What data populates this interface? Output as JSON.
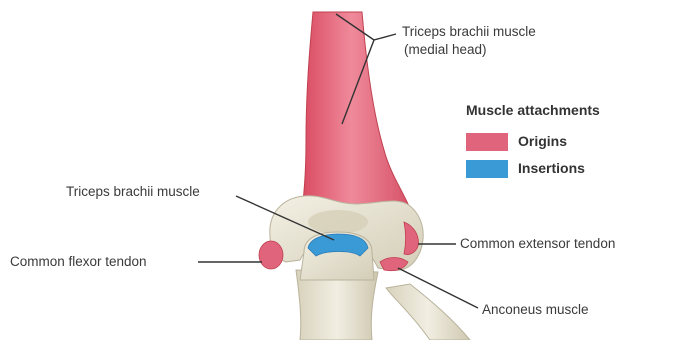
{
  "labels": {
    "triceps_medial_line1": "Triceps brachii muscle",
    "triceps_medial_line2": "(medial head)",
    "triceps_brachii": "Triceps brachii muscle",
    "common_flexor": "Common flexor tendon",
    "common_extensor": "Common extensor tendon",
    "anconeus": "Anconeus muscle"
  },
  "legend": {
    "title": "Muscle attachments",
    "items": [
      {
        "label": "Origins",
        "color": "#e0647c"
      },
      {
        "label": "Insertions",
        "color": "#3a9ad6"
      }
    ]
  },
  "colors": {
    "bone": "#ece8d8",
    "bone_shadow": "#cfc9b3",
    "origin": "#e0647c",
    "insertion": "#3a9ad6",
    "leader": "#333333"
  }
}
